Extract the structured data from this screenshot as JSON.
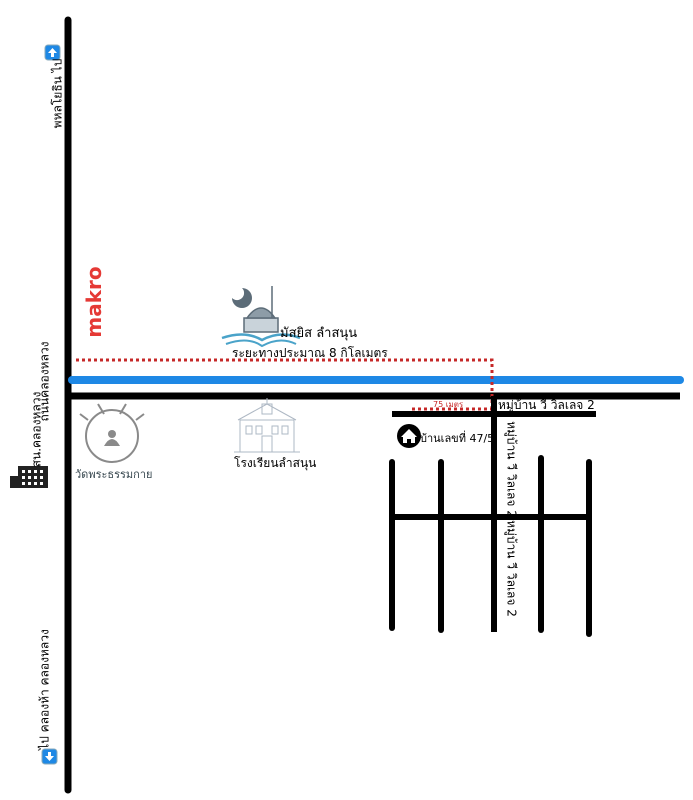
{
  "colors": {
    "road": "#000000",
    "highway": "#1e88e5",
    "route": "#c62828",
    "makro": "#e53935",
    "arrow_box": "#1e88e5",
    "temple": "#8a8a8a",
    "mosque": "#5c6c78"
  },
  "labels": {
    "north_direction": "พหลโยธิน ไป",
    "main_road": "ถนนคลองหลวง",
    "district_office": "สน.คลองหลวง",
    "south_direction": "ไป คลองห้า คลองหลวง",
    "makro": "makro",
    "mosque": "มัสยิส ลำสนุน",
    "distance": "ระยะทางประมาณ 8 กิโลเมตร",
    "short_distance": "75 เมตร",
    "village_top": "หมู่บ้าน วี วิลเลจ 2",
    "village_mid": "หมู่บ้าน วี วิลเลจ 2",
    "village_low": "หมู่บ้าน วี วิลเลจ 2",
    "house": "บ้านเลขที่ 47/5",
    "temple": "วัดพระธรรมกาย",
    "school": "โรงเรียนลำสนุน"
  },
  "icons": {
    "north_arrow": "arrow-up-icon",
    "south_arrow": "arrow-down-icon",
    "building": "building-icon",
    "mosque": "mosque-icon",
    "temple": "temple-icon",
    "school": "school-icon",
    "house": "house-icon"
  }
}
